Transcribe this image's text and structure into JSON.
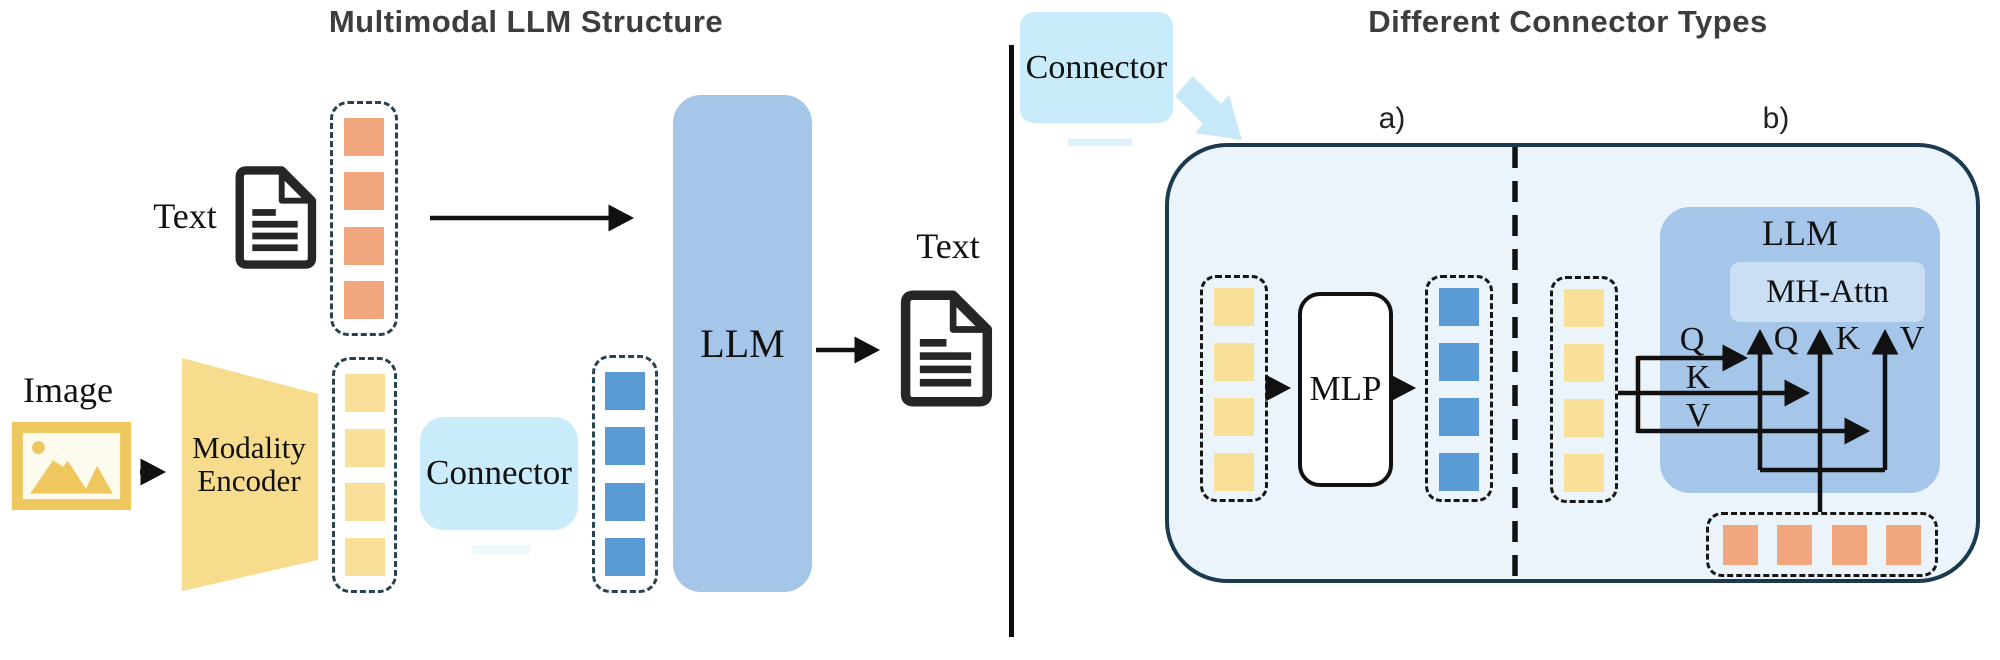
{
  "left_panel": {
    "title": "Multimodal LLM Structure",
    "text_input_label": "Text",
    "image_input_label": "Image",
    "modality_encoder_line1": "Modality",
    "modality_encoder_line2": "Encoder",
    "connector_label": "Connector",
    "llm_label": "LLM",
    "text_output_label": "Text"
  },
  "right_panel": {
    "title": "Different Connector Types",
    "connector_label": "Connector",
    "section_a_label": "a)",
    "section_b_label": "b)",
    "mlp_label": "MLP",
    "llm_label": "LLM",
    "mh_attn_label": "MH-Attn",
    "q_label": "Q",
    "k_label": "K",
    "v_label": "V"
  },
  "tokens": {
    "column_token_count": 4,
    "row_token_count": 4
  },
  "colors": {
    "text_tokens": "#F2A67E",
    "image_tokens": "#F8E098",
    "llm_tokens": "#5B9BD5",
    "llm_fill": "#A6C6E9",
    "connector_fill": "#C9EBFA",
    "encoder_fill": "#F6DC8C",
    "panel_fill": "#EBF4FB",
    "panel_border": "#1B3A4F",
    "mh_attn_fill": "#CADFF3",
    "mlp_fill": "#FFFFFF",
    "big_arrow_fill": "#C7E8F8",
    "faint_strip": "#DCF1FB",
    "image_icon_gold": "#EFC75F",
    "doc_icon_color": "#262626",
    "line_color": "#111111"
  }
}
